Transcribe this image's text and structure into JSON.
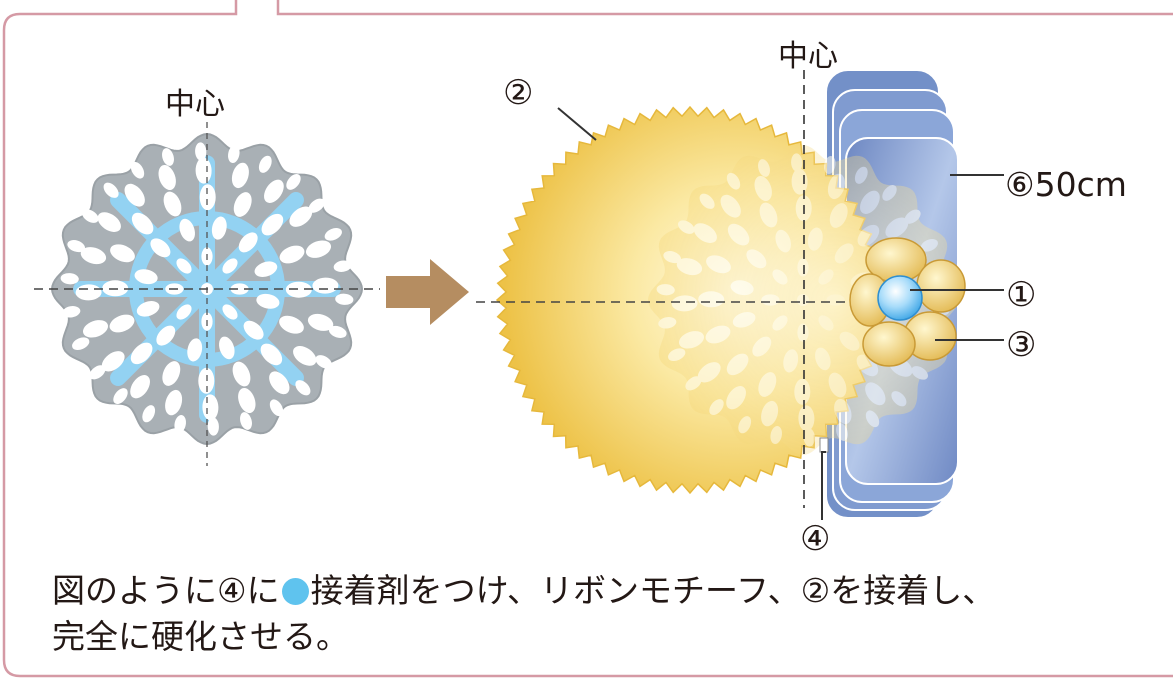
{
  "labels": {
    "center_left": "中心",
    "center_right": "中心",
    "part2": "②",
    "part6": "⑥50cm",
    "part1": "①",
    "part3": "③",
    "part4": "④"
  },
  "caption": {
    "line1_pre": "図のように④に",
    "line1_post": "接着剤をつけ、リボンモチーフ、②を接着し、",
    "line2": "完全に硬化させる。"
  },
  "colors": {
    "frame": "#d59aa5",
    "doily": "#a7aeb3",
    "doily_blue": "#8fd0f0",
    "arrow": "#b58d61",
    "gold": "#f2c94c",
    "ribbon": "#7f97cc",
    "glue": "#5fc3ee"
  }
}
